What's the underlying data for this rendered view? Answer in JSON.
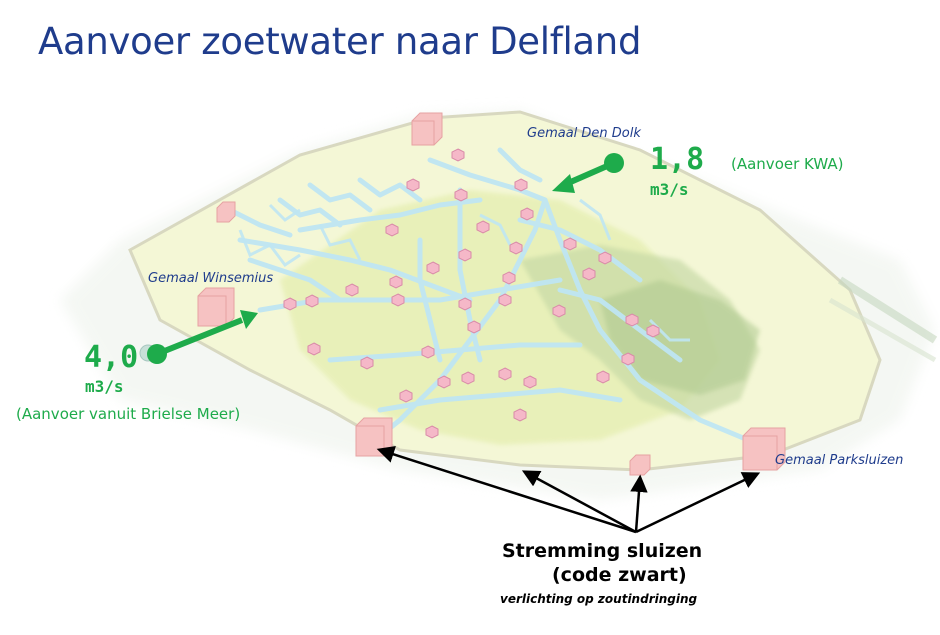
{
  "title": "Aanvoer zoetwater naar Delfland",
  "stations": {
    "den_dolk": "Gemaal Den Dolk",
    "winsemius": "Gemaal Winsemius",
    "parksluizen": "Gemaal Parksluizen"
  },
  "inflow_kwa": {
    "value": "1,8",
    "unit": "m3/s",
    "note": "(Aanvoer KWA)"
  },
  "inflow_brielse": {
    "value": "4,0",
    "unit": "m3/s",
    "note": "(Aanvoer vanuit Brielse Meer)"
  },
  "sluices": {
    "line1": "Stremming sluizen",
    "line2": "(code zwart)",
    "line3": "verlichting op zoutindringing"
  },
  "colors": {
    "title": "#1f3c8c",
    "flow_green": "#1eab4b",
    "land": "#eef3c4",
    "water": "#bfe6f3",
    "pump_marker": "#f5b8c8"
  }
}
